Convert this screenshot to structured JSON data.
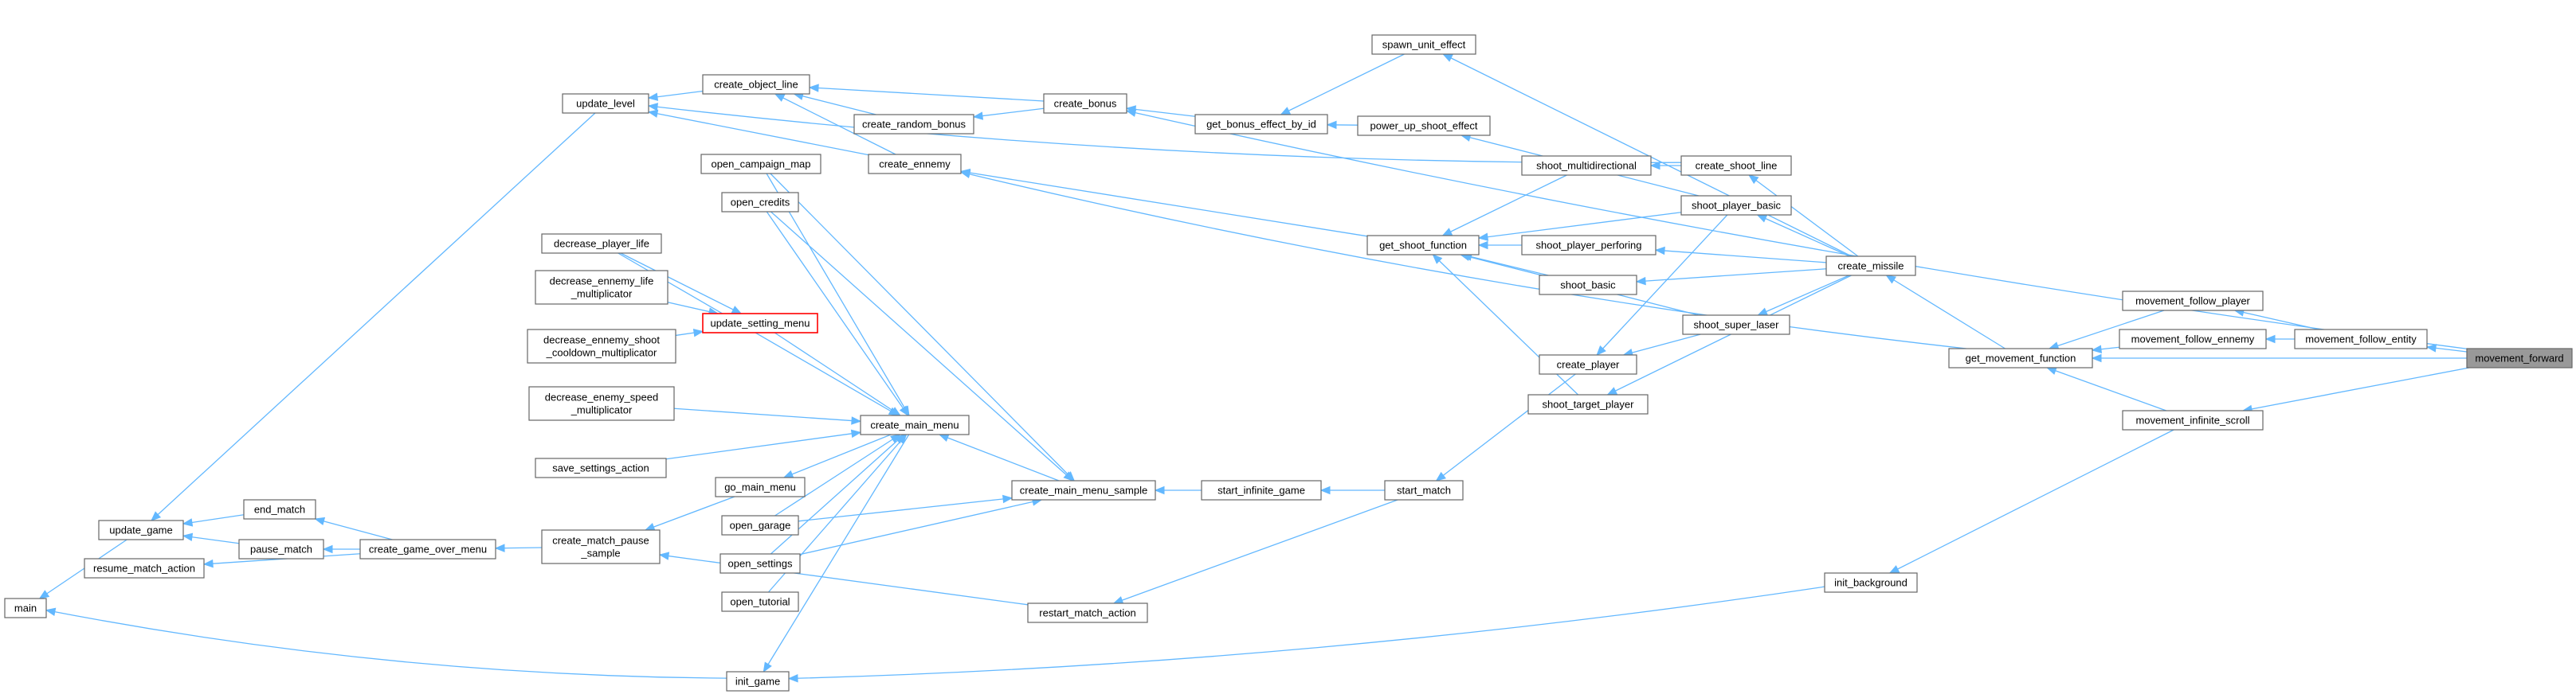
{
  "diagram": {
    "type": "call-graph",
    "edge_color": "#63b8ff",
    "node_border_color": "#666666",
    "highlight_border_color": "#ff0000",
    "target_fill_color": "#999999",
    "nodes": [
      {
        "id": "main",
        "lines": [
          "main"
        ]
      },
      {
        "id": "update_game",
        "lines": [
          "update_game"
        ]
      },
      {
        "id": "resume_match_action",
        "lines": [
          "resume_match_action"
        ]
      },
      {
        "id": "end_match",
        "lines": [
          "end_match"
        ]
      },
      {
        "id": "pause_match",
        "lines": [
          "pause_match"
        ]
      },
      {
        "id": "update_level",
        "lines": [
          "update_level"
        ]
      },
      {
        "id": "create_game_over_menu",
        "lines": [
          "create_game_over_menu"
        ]
      },
      {
        "id": "decrease_player_life",
        "lines": [
          "decrease_player_life"
        ]
      },
      {
        "id": "decrease_ennemy_life_multiplicator",
        "lines": [
          "decrease_ennemy_life",
          "_multiplicator"
        ]
      },
      {
        "id": "decrease_ennemy_shoot_cooldown_multiplicator",
        "lines": [
          "decrease_ennemy_shoot",
          "_cooldown_multiplicator"
        ]
      },
      {
        "id": "decrease_enemy_speed_multiplicator",
        "lines": [
          "decrease_enemy_speed",
          "_multiplicator"
        ]
      },
      {
        "id": "save_settings_action",
        "lines": [
          "save_settings_action"
        ]
      },
      {
        "id": "create_match_pause_sample",
        "lines": [
          "create_match_pause",
          "_sample"
        ]
      },
      {
        "id": "create_object_line",
        "lines": [
          "create_object_line"
        ]
      },
      {
        "id": "open_campaign_map",
        "lines": [
          "open_campaign_map"
        ]
      },
      {
        "id": "open_credits",
        "lines": [
          "open_credits"
        ]
      },
      {
        "id": "update_setting_menu",
        "lines": [
          "update_setting_menu"
        ],
        "highlight": true
      },
      {
        "id": "go_main_menu",
        "lines": [
          "go_main_menu"
        ]
      },
      {
        "id": "open_garage",
        "lines": [
          "open_garage"
        ]
      },
      {
        "id": "open_settings",
        "lines": [
          "open_settings"
        ]
      },
      {
        "id": "open_tutorial",
        "lines": [
          "open_tutorial"
        ]
      },
      {
        "id": "init_game",
        "lines": [
          "init_game"
        ]
      },
      {
        "id": "create_random_bonus",
        "lines": [
          "create_random_bonus"
        ]
      },
      {
        "id": "create_ennemy",
        "lines": [
          "create_ennemy"
        ]
      },
      {
        "id": "create_main_menu",
        "lines": [
          "create_main_menu"
        ]
      },
      {
        "id": "create_bonus",
        "lines": [
          "create_bonus"
        ]
      },
      {
        "id": "create_main_menu_sample",
        "lines": [
          "create_main_menu_sample"
        ]
      },
      {
        "id": "restart_match_action",
        "lines": [
          "restart_match_action"
        ]
      },
      {
        "id": "get_bonus_effect_by_id",
        "lines": [
          "get_bonus_effect_by_id"
        ]
      },
      {
        "id": "start_infinite_game",
        "lines": [
          "start_infinite_game"
        ]
      },
      {
        "id": "spawn_unit_effect",
        "lines": [
          "spawn_unit_effect"
        ]
      },
      {
        "id": "power_up_shoot_effect",
        "lines": [
          "power_up_shoot_effect"
        ]
      },
      {
        "id": "get_shoot_function",
        "lines": [
          "get_shoot_function"
        ]
      },
      {
        "id": "start_match",
        "lines": [
          "start_match"
        ]
      },
      {
        "id": "shoot_multidirectional",
        "lines": [
          "shoot_multidirectional"
        ]
      },
      {
        "id": "shoot_player_perforing",
        "lines": [
          "shoot_player_perforing"
        ]
      },
      {
        "id": "shoot_basic",
        "lines": [
          "shoot_basic"
        ]
      },
      {
        "id": "create_player",
        "lines": [
          "create_player"
        ]
      },
      {
        "id": "shoot_target_player",
        "lines": [
          "shoot_target_player"
        ]
      },
      {
        "id": "create_shoot_line",
        "lines": [
          "create_shoot_line"
        ]
      },
      {
        "id": "shoot_player_basic",
        "lines": [
          "shoot_player_basic"
        ]
      },
      {
        "id": "shoot_super_laser",
        "lines": [
          "shoot_super_laser"
        ]
      },
      {
        "id": "create_missile",
        "lines": [
          "create_missile"
        ]
      },
      {
        "id": "init_background",
        "lines": [
          "init_background"
        ]
      },
      {
        "id": "get_movement_function",
        "lines": [
          "get_movement_function"
        ]
      },
      {
        "id": "movement_follow_player",
        "lines": [
          "movement_follow_player"
        ]
      },
      {
        "id": "movement_follow_ennemy",
        "lines": [
          "movement_follow_ennemy"
        ]
      },
      {
        "id": "movement_infinite_scroll",
        "lines": [
          "movement_infinite_scroll"
        ]
      },
      {
        "id": "movement_follow_entity",
        "lines": [
          "movement_follow_entity"
        ]
      },
      {
        "id": "movement_forward",
        "lines": [
          "movement_forward"
        ],
        "target": true
      }
    ],
    "edges": [
      [
        "main",
        "update_game"
      ],
      [
        "main",
        "init_game"
      ],
      [
        "update_game",
        "update_level"
      ],
      [
        "update_game",
        "end_match"
      ],
      [
        "update_game",
        "pause_match"
      ],
      [
        "end_match",
        "create_game_over_menu"
      ],
      [
        "pause_match",
        "create_game_over_menu"
      ],
      [
        "resume_match_action",
        "create_game_over_menu"
      ],
      [
        "update_level",
        "create_object_line"
      ],
      [
        "update_level",
        "create_ennemy"
      ],
      [
        "update_level",
        "create_shoot_line"
      ],
      [
        "create_object_line",
        "create_bonus"
      ],
      [
        "create_object_line",
        "create_random_bonus"
      ],
      [
        "create_object_line",
        "create_ennemy"
      ],
      [
        "create_random_bonus",
        "create_bonus"
      ],
      [
        "create_bonus",
        "get_bonus_effect_by_id"
      ],
      [
        "create_bonus",
        "movement_forward"
      ],
      [
        "get_bonus_effect_by_id",
        "spawn_unit_effect"
      ],
      [
        "get_bonus_effect_by_id",
        "power_up_shoot_effect"
      ],
      [
        "spawn_unit_effect",
        "create_missile"
      ],
      [
        "power_up_shoot_effect",
        "shoot_player_basic"
      ],
      [
        "create_ennemy",
        "get_shoot_function"
      ],
      [
        "create_ennemy",
        "get_movement_function"
      ],
      [
        "get_shoot_function",
        "shoot_multidirectional"
      ],
      [
        "get_shoot_function",
        "shoot_player_basic"
      ],
      [
        "get_shoot_function",
        "shoot_player_perforing"
      ],
      [
        "get_shoot_function",
        "shoot_basic"
      ],
      [
        "get_shoot_function",
        "shoot_super_laser"
      ],
      [
        "get_shoot_function",
        "shoot_target_player"
      ],
      [
        "shoot_multidirectional",
        "create_shoot_line"
      ],
      [
        "create_shoot_line",
        "create_missile"
      ],
      [
        "shoot_player_basic",
        "create_missile"
      ],
      [
        "shoot_player_perforing",
        "create_missile"
      ],
      [
        "shoot_basic",
        "create_missile"
      ],
      [
        "shoot_super_laser",
        "create_missile"
      ],
      [
        "shoot_target_player",
        "create_missile"
      ],
      [
        "create_player",
        "shoot_player_basic"
      ],
      [
        "create_player",
        "shoot_super_laser"
      ],
      [
        "create_missile",
        "get_movement_function"
      ],
      [
        "get_movement_function",
        "movement_follow_player"
      ],
      [
        "get_movement_function",
        "movement_follow_ennemy"
      ],
      [
        "get_movement_function",
        "movement_infinite_scroll"
      ],
      [
        "get_movement_function",
        "movement_forward"
      ],
      [
        "movement_follow_player",
        "movement_follow_entity"
      ],
      [
        "movement_follow_ennemy",
        "movement_follow_entity"
      ],
      [
        "movement_follow_entity",
        "movement_forward"
      ],
      [
        "movement_infinite_scroll",
        "movement_forward"
      ],
      [
        "init_background",
        "movement_infinite_scroll"
      ],
      [
        "init_game",
        "create_main_menu"
      ],
      [
        "init_game",
        "init_background"
      ],
      [
        "create_game_over_menu",
        "create_match_pause_sample"
      ],
      [
        "create_match_pause_sample",
        "go_main_menu"
      ],
      [
        "create_match_pause_sample",
        "restart_match_action"
      ],
      [
        "go_main_menu",
        "create_main_menu"
      ],
      [
        "create_main_menu",
        "open_campaign_map"
      ],
      [
        "create_main_menu",
        "open_credits"
      ],
      [
        "create_main_menu",
        "update_setting_menu"
      ],
      [
        "create_main_menu",
        "decrease_player_life"
      ],
      [
        "create_main_menu",
        "decrease_enemy_speed_multiplicator"
      ],
      [
        "create_main_menu",
        "save_settings_action"
      ],
      [
        "create_main_menu",
        "open_garage"
      ],
      [
        "create_main_menu",
        "open_settings"
      ],
      [
        "create_main_menu",
        "open_tutorial"
      ],
      [
        "create_main_menu",
        "create_main_menu_sample"
      ],
      [
        "update_setting_menu",
        "decrease_player_life"
      ],
      [
        "update_setting_menu",
        "decrease_ennemy_life_multiplicator"
      ],
      [
        "update_setting_menu",
        "decrease_ennemy_shoot_cooldown_multiplicator"
      ],
      [
        "create_main_menu_sample",
        "open_campaign_map"
      ],
      [
        "create_main_menu_sample",
        "open_credits"
      ],
      [
        "create_main_menu_sample",
        "open_garage"
      ],
      [
        "create_main_menu_sample",
        "open_settings"
      ],
      [
        "create_main_menu_sample",
        "start_infinite_game"
      ],
      [
        "start_infinite_game",
        "start_match"
      ],
      [
        "restart_match_action",
        "start_match"
      ],
      [
        "start_match",
        "create_player"
      ]
    ]
  }
}
